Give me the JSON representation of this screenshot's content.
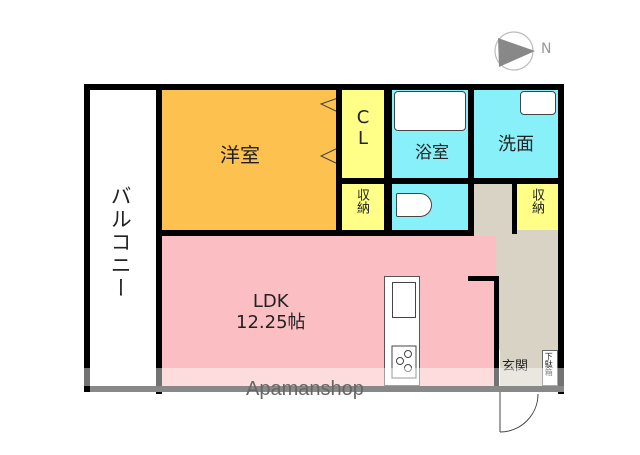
{
  "compass": {
    "label": "N",
    "icon": "north-arrow-icon"
  },
  "rooms": {
    "balcony": {
      "label": "バルコニー",
      "color": "#ffffff"
    },
    "western_room": {
      "label": "洋室",
      "color": "#fdc150"
    },
    "closet": {
      "label": "CL",
      "color": "#ffff88"
    },
    "storage_1": {
      "label": "収納",
      "color": "#ffff88"
    },
    "bathroom": {
      "label": "浴室",
      "color": "#88f0f8"
    },
    "toilet": {
      "label": "",
      "color": "#88f0f8"
    },
    "washroom": {
      "label": "洗面",
      "color": "#88f0f8"
    },
    "storage_2": {
      "label": "収納",
      "color": "#ffff88"
    },
    "ldk": {
      "label": "LDK",
      "size": "12.25帖",
      "color": "#fbbfc3"
    },
    "hallway": {
      "label": "",
      "color": "#d8d3c5"
    },
    "entrance": {
      "label": "玄関",
      "color": "#d8d3c5"
    },
    "shoe_box": {
      "label": "下駄箱",
      "color": "#ffffff"
    }
  },
  "watermark": "Apamanshop"
}
